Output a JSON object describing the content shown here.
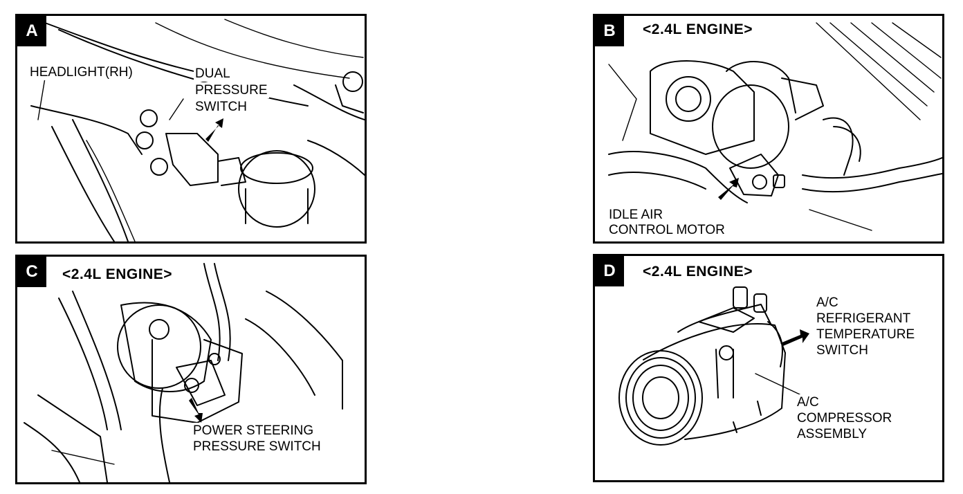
{
  "panels": [
    {
      "letter": "A",
      "engine": "",
      "labels": [
        "HEADLIGHT(RH)",
        "DUAL",
        "PRESSURE",
        "SWITCH"
      ]
    },
    {
      "letter": "B",
      "engine": "<2.4L ENGINE>",
      "labels": [
        "IDLE AIR",
        "CONTROL MOTOR"
      ]
    },
    {
      "letter": "C",
      "engine": "<2.4L ENGINE>",
      "labels": [
        "POWER STEERING",
        "PRESSURE SWITCH"
      ]
    },
    {
      "letter": "D",
      "engine": "<2.4L ENGINE>",
      "labels": [
        "A/C",
        "REFRIGERANT",
        "TEMPERATURE",
        "SWITCH",
        "A/C",
        "COMPRESSOR",
        "ASSEMBLY"
      ]
    }
  ]
}
